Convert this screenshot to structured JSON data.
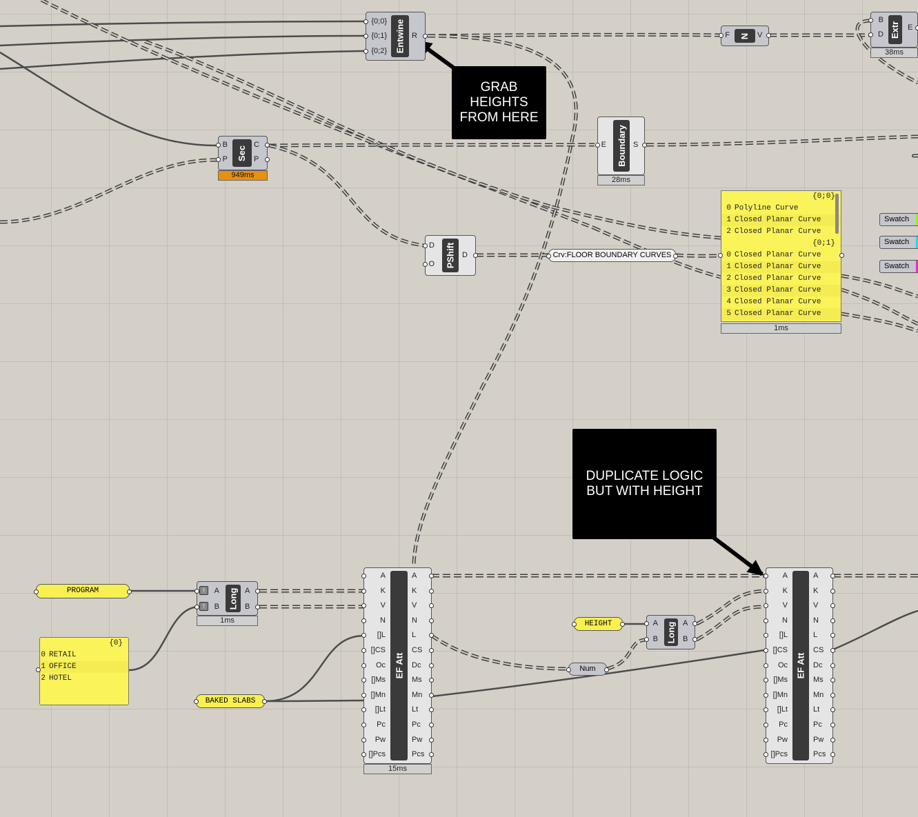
{
  "components": {
    "entwine": {
      "name": "Entwine",
      "inputs": [
        "{0;0}",
        "{0;1}",
        "{0;2}"
      ],
      "outputs": [
        "R"
      ]
    },
    "n": {
      "name": "N",
      "inputs": [
        "F"
      ],
      "outputs": [
        "V"
      ]
    },
    "extr": {
      "name": "Extr",
      "inputs": [
        "B",
        "D"
      ],
      "outputs": [
        "E"
      ],
      "timer": "38ms"
    },
    "sec": {
      "name": "Sec",
      "inputs": [
        "B",
        "P"
      ],
      "outputs": [
        "C",
        "P"
      ],
      "timer": "949ms"
    },
    "boundary": {
      "name": "Boundary",
      "inputs": [
        "E"
      ],
      "outputs": [
        "S"
      ],
      "timer": "28ms"
    },
    "pshift": {
      "name": "PShift",
      "inputs": [
        "D",
        "O"
      ],
      "outputs": [
        "D"
      ]
    },
    "long1": {
      "name": "Long",
      "inputs": [
        "A",
        "B"
      ],
      "outputs": [
        "A",
        "B"
      ],
      "timer": "1ms"
    },
    "long2": {
      "name": "Long",
      "inputs": [
        "A",
        "B"
      ],
      "outputs": [
        "A",
        "B"
      ]
    },
    "efatt1": {
      "name": "EF Att",
      "inputs": [
        "A",
        "K",
        "V",
        "N",
        "[]L",
        "[]CS",
        "Oc",
        "[]Ms",
        "[]Mn",
        "[]Lt",
        "Pc",
        "Pw",
        "[]Pcs"
      ],
      "outputs": [
        "A",
        "K",
        "V",
        "N",
        "L",
        "CS",
        "Dc",
        "Ms",
        "Mn",
        "Lt",
        "Pc",
        "Pw",
        "Pcs"
      ],
      "timer": "15ms"
    },
    "efatt2": {
      "name": "EF Att",
      "inputs": [
        "A",
        "K",
        "V",
        "N",
        "[]L",
        "[]CS",
        "Oc",
        "[]Ms",
        "[]Mn",
        "[]Lt",
        "Pc",
        "Pw",
        "[]Pcs"
      ],
      "outputs": [
        "A",
        "K",
        "V",
        "N",
        "L",
        "CS",
        "Dc",
        "Ms",
        "Mn",
        "Lt",
        "Pc",
        "Pw",
        "Pcs"
      ]
    }
  },
  "data_panel": {
    "timer": "1ms",
    "groups": [
      {
        "path": "{0;0}",
        "rows": [
          {
            "i": "0",
            "v": "Polyline Curve"
          },
          {
            "i": "1",
            "v": "Closed Planar Curve"
          },
          {
            "i": "2",
            "v": "Closed Planar Curve"
          }
        ]
      },
      {
        "path": "{0;1}",
        "rows": [
          {
            "i": "0",
            "v": "Closed Planar Curve"
          },
          {
            "i": "1",
            "v": "Closed Planar Curve"
          },
          {
            "i": "2",
            "v": "Closed Planar Curve"
          },
          {
            "i": "3",
            "v": "Closed Planar Curve"
          },
          {
            "i": "4",
            "v": "Closed Planar Curve"
          },
          {
            "i": "5",
            "v": "Closed Planar Curve"
          }
        ]
      }
    ]
  },
  "program_list": {
    "path": "{0}",
    "rows": [
      {
        "i": "0",
        "v": "RETAIL"
      },
      {
        "i": "1",
        "v": "OFFICE"
      },
      {
        "i": "2",
        "v": "HOTEL"
      }
    ]
  },
  "params": {
    "crv": "Crv:FLOOR BOUNDARY CURVES",
    "num": "Num",
    "program": "PROGRAM",
    "height": "HEIGHT",
    "baked": "BAKED SLABS"
  },
  "swatches": [
    {
      "label": "Swatch",
      "color": "#9ae82a"
    },
    {
      "label": "Swatch",
      "color": "#22d8e8"
    },
    {
      "label": "Swatch",
      "color": "#e82ad2"
    }
  ],
  "callouts": {
    "grab": [
      "GRAB",
      "HEIGHTS",
      "FROM HERE"
    ],
    "dup": [
      "DUPLICATE LOGIC",
      "BUT WITH HEIGHT"
    ]
  }
}
